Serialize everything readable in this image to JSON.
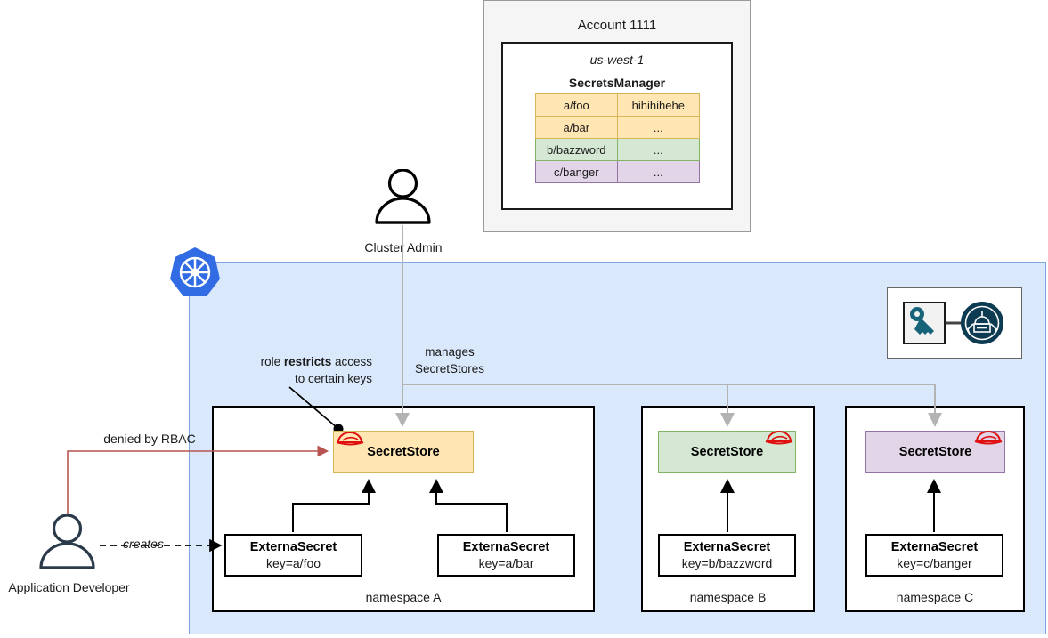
{
  "account": {
    "title": "Account 1111",
    "region": "us-west-1",
    "service": "SecretsManager",
    "secrets": [
      {
        "key": "a/foo",
        "value": "hihihihehe",
        "group": "a"
      },
      {
        "key": "a/bar",
        "value": "...",
        "group": "a"
      },
      {
        "key": "b/bazzword",
        "value": "...",
        "group": "b"
      },
      {
        "key": "c/banger",
        "value": "...",
        "group": "c"
      }
    ]
  },
  "actors": {
    "cluster_admin": "Cluster Admin",
    "application_developer": "Application Developer"
  },
  "annotations": {
    "role_restricts_pre": "role ",
    "role_restricts_bold": "restricts",
    "role_restricts_post": " access",
    "role_restricts_line2": "to certain keys",
    "manages_line1": "manages",
    "manages_line2": "SecretStores",
    "denied_by_rbac": "denied by RBAC",
    "creates": "creates"
  },
  "cluster": {
    "logo": "kubernetes-icon",
    "eso_badge": {
      "key_icon": "key-icon",
      "operator_icon": "robot-icon"
    },
    "namespaces": [
      {
        "label": "namespace A",
        "secretstore": {
          "label": "SecretStore",
          "color": "#ffe6b3",
          "border": "#d6b656"
        },
        "externalsecrets": [
          {
            "title": "ExternaSecret",
            "sub": "key=a/foo"
          },
          {
            "title": "ExternaSecret",
            "sub": "key=a/bar"
          }
        ]
      },
      {
        "label": "namespace B",
        "secretstore": {
          "label": "SecretStore",
          "color": "#d5e8d4",
          "border": "#82b366"
        },
        "externalsecrets": [
          {
            "title": "ExternaSecret",
            "sub": "key=b/bazzword"
          }
        ]
      },
      {
        "label": "namespace C",
        "secretstore": {
          "label": "SecretStore",
          "color": "#e1d5e7",
          "border": "#9673a6"
        },
        "externalsecrets": [
          {
            "title": "ExternaSecret",
            "sub": "key=c/banger"
          }
        ]
      }
    ]
  },
  "colors": {
    "cluster_fill": "#dae8fc",
    "cluster_border": "#7ea6e0",
    "panel_fill": "#f5f5f5",
    "panel_border": "#999999",
    "denied_red": "#b85450",
    "helmet_red": "#e01010",
    "manage_gray": "#b3b3b3",
    "k8s_blue": "#326ce5",
    "actor_navy": "#2b3a4a",
    "eso_teal": "#17637a",
    "eso_navy": "#0d3c52"
  }
}
